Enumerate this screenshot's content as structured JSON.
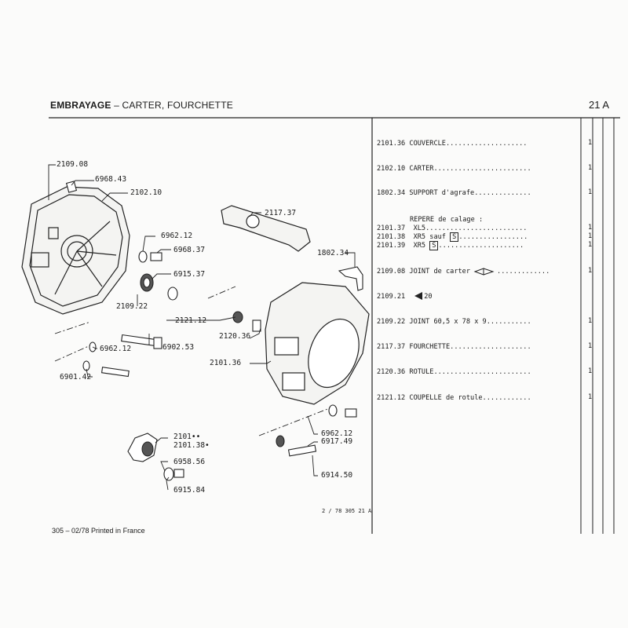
{
  "header": {
    "title": "EMBRAYAGE",
    "subtitle": " – CARTER, FOURCHETTE",
    "page": "21 A"
  },
  "parts_list": [
    {
      "ref": "2101.36",
      "desc": "COUVERCLE",
      "dots": "....................",
      "qty": "1"
    },
    {
      "ref": "2102.10",
      "desc": "CARTER",
      "dots": "........................",
      "qty": "1"
    },
    {
      "ref": "1802.34",
      "desc": "SUPPORT d'agrafe",
      "dots": "..............",
      "qty": "1"
    },
    {
      "ref": "",
      "desc": "REPERE de calage :",
      "dots": "",
      "qty": ""
    },
    {
      "ref": "2101.37",
      "desc": "XL5",
      "dots": ".........................",
      "qty": "1"
    },
    {
      "ref": "2101.38",
      "desc": "XR5 sauf",
      "badge": "S",
      "dots": ".................",
      "qty": "1"
    },
    {
      "ref": "2101.39",
      "desc": "XR5",
      "badge": "S",
      "dots": ".....................",
      "qty": "1"
    },
    {
      "ref": "2109.08",
      "desc": "JOINT de carter",
      "dots": ".............",
      "qty": "1"
    },
    {
      "ref": "2109.21",
      "desc": "20",
      "dots": "",
      "qty": ""
    },
    {
      "ref": "2109.22",
      "desc": "JOINT 60,5 x 78 x 9",
      "dots": "...........",
      "qty": "1"
    },
    {
      "ref": "2117.37",
      "desc": "FOURCHETTE",
      "dots": "....................",
      "qty": "1"
    },
    {
      "ref": "2120.36",
      "desc": "ROTULE",
      "dots": "........................",
      "qty": "1"
    },
    {
      "ref": "2121.12",
      "desc": "COUPELLE de rotule",
      "dots": "............",
      "qty": "1"
    }
  ],
  "callouts": {
    "c1": "2109.08",
    "c2": "6968.43",
    "c3": "2102.10",
    "c4": "6962.12",
    "c5": "6968.37",
    "c6": "6915.37",
    "c7": "2109.22",
    "c8": "2121.12",
    "c9": "6962.12",
    "c10": "6902.53",
    "c11": "6901.42",
    "c12": "2117.37",
    "c13": "1802.34",
    "c14": "2120.36",
    "c15": "2101.36",
    "c16": "2101",
    "c17": "2101.38",
    "c18": "6958.56",
    "c19": "6915.84",
    "c20": "6962.12",
    "c21": "6917.49",
    "c22": "6914.50"
  },
  "footer": {
    "left": "305 – 02/78 Printed in France",
    "code": "2 / 78 305  21 A"
  }
}
